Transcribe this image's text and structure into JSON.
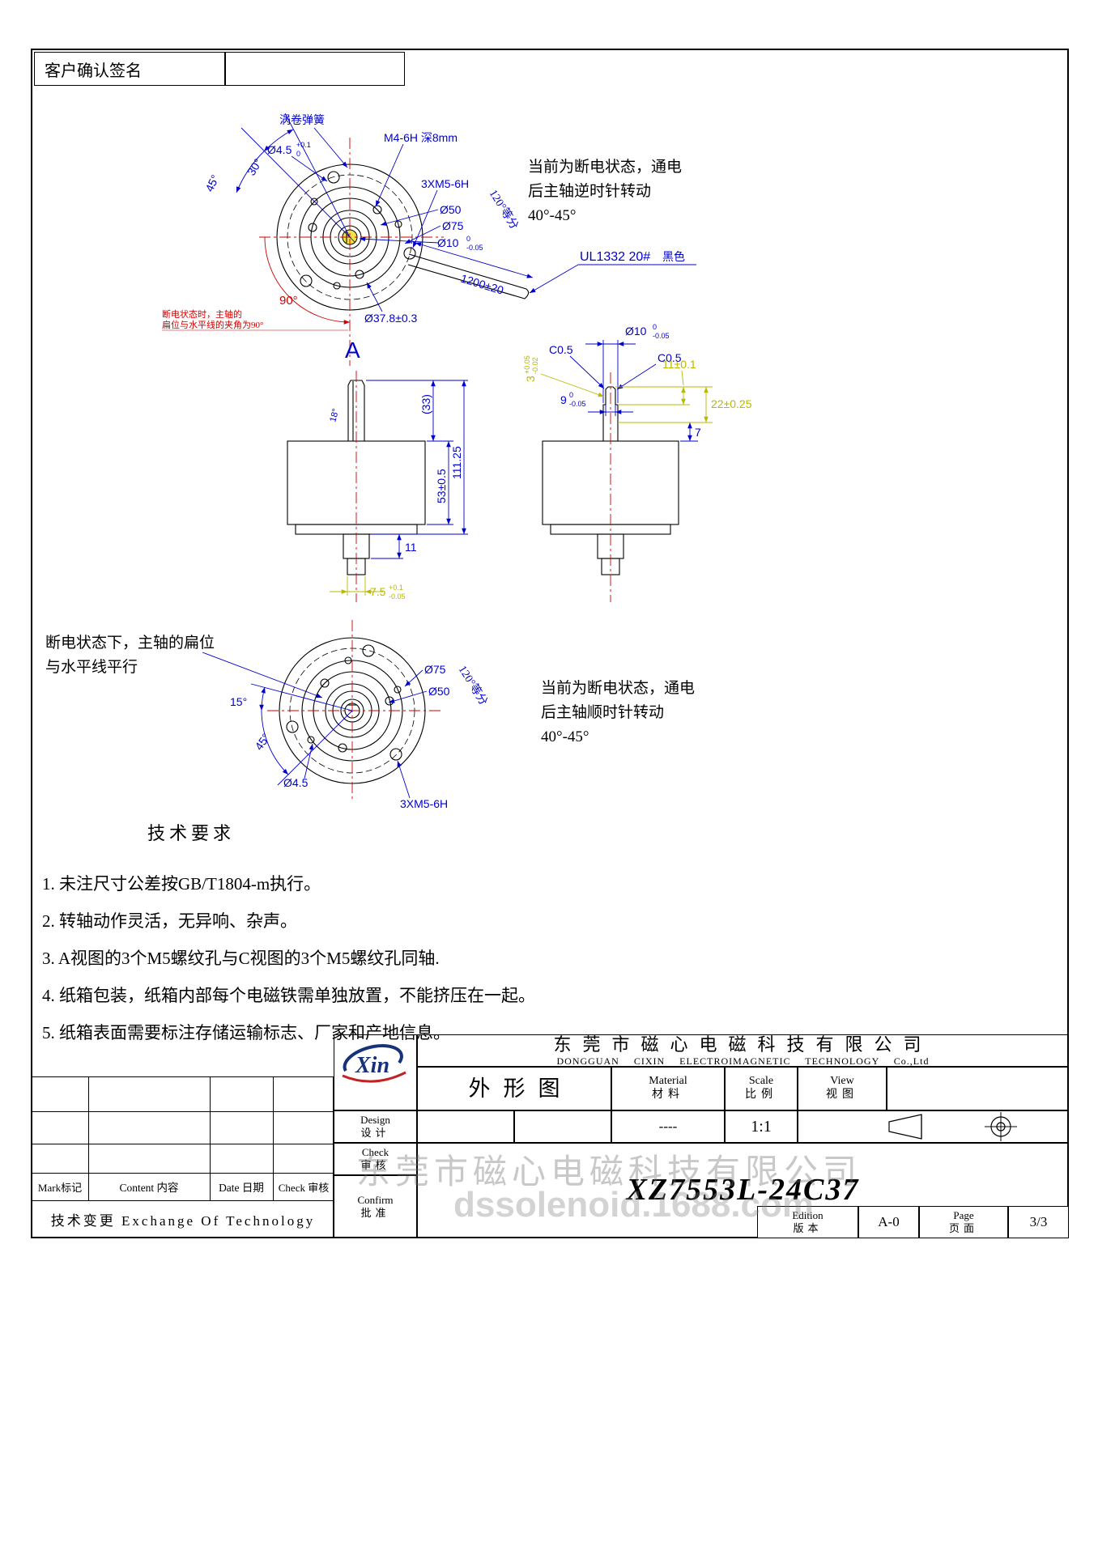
{
  "page": {
    "sign_label": "客户确认签名"
  },
  "view_a": {
    "spring": "涡卷弹簧",
    "m4": "M4-6H 深8mm",
    "m5": "3XM5-6H",
    "d50": "Ø50",
    "d75": "Ø75",
    "d10": "Ø10",
    "d10_up": "0",
    "d10_dn": "-0.05",
    "deg120": "120°等分",
    "d45": "Ø4.5",
    "d45_up": "+0.1",
    "d45_dn": "0",
    "a45": "45°",
    "a30": "30°",
    "d378": "Ø37.8±0.3",
    "wire_len": "1200±20",
    "wire_type": "UL1332 20#",
    "wire_color": "黑色",
    "arc90": "90°",
    "flat_note_1": "断电状态时，主轴的",
    "flat_note_2": "扁位与水平线的夹角为90°",
    "label": "A",
    "note_1": "当前为断电状态，通电",
    "note_2": "后主轴逆时针转动",
    "note_3": "40°-45°"
  },
  "front_view": {
    "d33": "(33)",
    "d53": "53±0.5",
    "d111": "111.25",
    "d11": "11",
    "d75_main": "7.5",
    "d75_up": "+0.1",
    "d75_dn": "-0.05",
    "a18": "18°"
  },
  "side_view": {
    "d10": "Ø10",
    "d10_up": "0",
    "d10_dn": "-0.05",
    "c05_left": "C0.5",
    "c05_right": "C0.5",
    "d3": "3",
    "d3_up": "+0.05",
    "d3_dn": "-0.02",
    "d9": "9",
    "d9_up": "0",
    "d9_dn": "-0.05",
    "d11": "11±0.1",
    "d22": "22±0.25",
    "d7": "7"
  },
  "view_c": {
    "d75": "Ø75",
    "d50": "Ø50",
    "deg120": "120°等分",
    "a15": "15°",
    "a45": "45°",
    "d45": "Ø4.5",
    "m5": "3XM5-6H",
    "flat_note_1": "断电状态下，主轴的扁位",
    "flat_note_2": "与水平线平行",
    "note_1": "当前为断电状态，通电",
    "note_2": "后主轴顺时针转动",
    "note_3": "40°-45°"
  },
  "tech": {
    "heading": "技术要求",
    "items": [
      "1. 未注尺寸公差按GB/T1804-m执行。",
      "2. 转轴动作灵活，无异响、杂声。",
      "3. A视图的3个M5螺纹孔与C视图的3个M5螺纹孔同轴.",
      "4. 纸箱包装，纸箱内部每个电磁铁需单独放置，不能挤压在一起。",
      "5. 纸箱表面需要标注存储运输标志、厂家和产地信息。"
    ]
  },
  "title_block": {
    "logo": "Xin",
    "company_cn": "东莞市磁心电磁科技有限公司",
    "company_en": "DONGGUAN CIXIN ELECTROIMAGNETIC TECHNOLOGY Co.,Ltd",
    "doc_type": "外形图",
    "material_en": "Material",
    "material_cn": "材料",
    "scale_en": "Scale",
    "scale_cn": "比例",
    "view_en": "View",
    "view_cn": "视图",
    "material_value": "----",
    "scale_value": "1:1",
    "design_en": "Design",
    "design_cn": "设计",
    "check_en": "Check",
    "check_cn": "审核",
    "confirm_en": "Confirm",
    "confirm_cn": "批准",
    "drawing_no": "XZ7553L-24C37",
    "edition_en": "Edition",
    "edition_cn": "版本",
    "edition_value": "A-0",
    "page_en": "Page",
    "page_cn": "页面",
    "page_value": "3/3"
  },
  "revision_table": {
    "mark": "Mark标记",
    "content": "Content 内容",
    "date": "Date 日期",
    "check": "Check 审核",
    "change": "技术变更 Exchange Of Technology"
  },
  "watermark": {
    "line1": "东莞市磁心电磁科技有限公司",
    "line2": "dssolenoid.1688.com"
  },
  "colors": {
    "dim_blue": "#0000cc",
    "dim_yellow": "#b8b800",
    "center_red": "#cc0000"
  }
}
